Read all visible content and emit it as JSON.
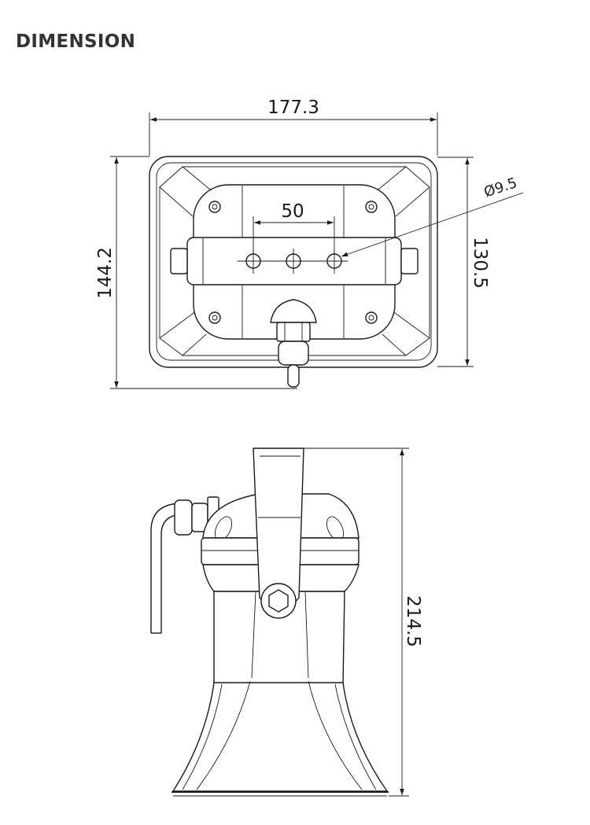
{
  "page": {
    "title": "DIMENSION"
  },
  "front_view": {
    "width_label": "177.3",
    "height_label": "144.2",
    "inner_height_label": "130.5",
    "hole_spacing_label": "50",
    "hole_diameter_label": "Ø9.5"
  },
  "side_view": {
    "height_label": "214.5"
  }
}
